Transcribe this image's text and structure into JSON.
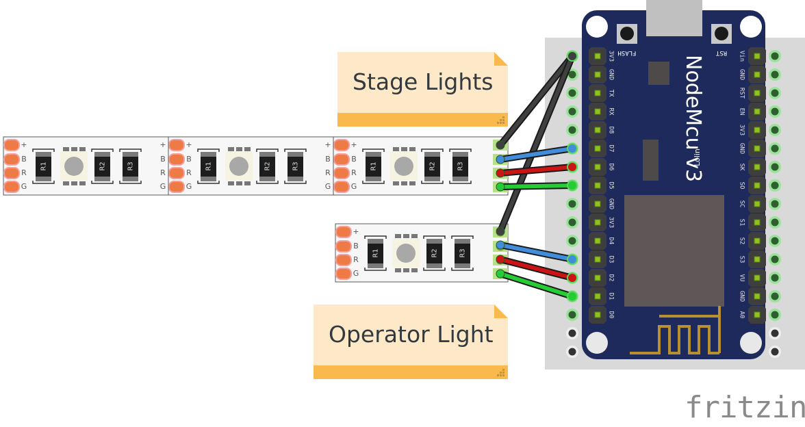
{
  "app": "fritzing",
  "notes": [
    {
      "id": "stage",
      "text": "Stage Lights"
    },
    {
      "id": "operator",
      "text": "Operator Light"
    }
  ],
  "led_strip": {
    "pad_labels": [
      "+",
      "B",
      "R",
      "G"
    ],
    "resistor_labels": [
      "R1",
      "R2",
      "R3"
    ],
    "stage_segments": 3,
    "operator_segments": 1
  },
  "board": {
    "name": "NodeMcu v3",
    "vendor": "Lolin",
    "button_labels": {
      "flash": "FLASH",
      "reset": "RST"
    },
    "left_pins": [
      "3V3",
      "GND",
      "TX",
      "RX",
      "D8",
      "D7",
      "D6",
      "D5",
      "GND",
      "3V3",
      "D4",
      "D3",
      "D2",
      "D1",
      "D0"
    ],
    "right_pins": [
      "Vin",
      "GND",
      "RST",
      "EN",
      "3V3",
      "GND",
      "SK",
      "SO",
      "SC",
      "S1",
      "S2",
      "S3",
      "VU",
      "GND",
      "A0"
    ]
  },
  "wires": [
    {
      "from": "stage.+",
      "to": "3V3",
      "color": "#404040"
    },
    {
      "from": "operator.+",
      "to": "3V3",
      "color": "#404040"
    },
    {
      "from": "stage.B",
      "to": "D7",
      "color": "#418dd9"
    },
    {
      "from": "stage.R",
      "to": "D6",
      "color": "#cc1414"
    },
    {
      "from": "stage.G",
      "to": "D5",
      "color": "#25cc35"
    },
    {
      "from": "operator.B",
      "to": "D3",
      "color": "#418dd9"
    },
    {
      "from": "operator.R",
      "to": "D2",
      "color": "#cc1414"
    },
    {
      "from": "operator.G",
      "to": "D1",
      "color": "#25cc35"
    }
  ],
  "colors": {
    "board_blue": "#1f2a5c",
    "breadboard": "#d9d9d9",
    "pad_orange": "#ee7a45",
    "note_bg": "#fde8c8",
    "note_bar": "#f9b94c",
    "antenna": "#b8902e",
    "module": "#5f5757"
  },
  "logo_text": "fritzing"
}
